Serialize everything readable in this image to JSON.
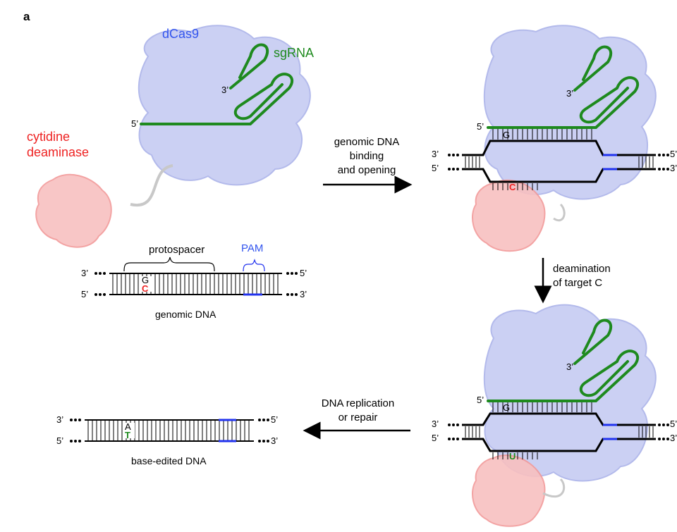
{
  "panel_label": "a",
  "labels": {
    "dcas9": "dCas9",
    "sgrna": "sgRNA",
    "deaminase": "cytidine\ndeaminase",
    "three_prime": "3’",
    "five_prime": "5’",
    "protospacer": "protospacer",
    "pam": "PAM",
    "genomic_dna": "genomic DNA",
    "base_edited_dna": "base-edited DNA"
  },
  "bases": {
    "g": "G",
    "c": "C",
    "a": "A",
    "t": "T",
    "u": "U"
  },
  "steps": {
    "binding": "genomic DNA\nbinding\nand opening",
    "deamination": "deamination\nof target C",
    "replication": "DNA replication\nor repair"
  },
  "colors": {
    "protein": "#b8bff0",
    "protein_edge": "#9aa3e6",
    "deaminase": "#f7b0b0",
    "sgrna": "#1e8a1e",
    "pam": "#2233ee",
    "edit_c": "#ee2222",
    "edit_t": "#1e8a1e"
  }
}
